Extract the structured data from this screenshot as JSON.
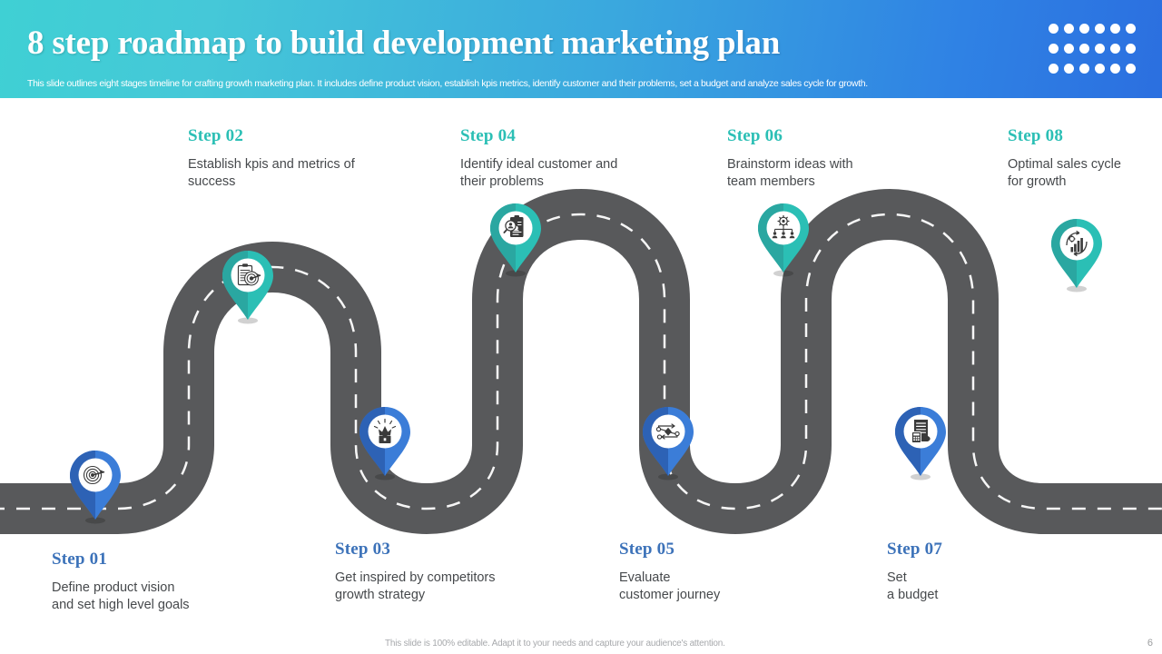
{
  "header": {
    "title": "8 step roadmap to build development marketing plan",
    "subtitle": "This slide outlines eight stages timeline for crafting growth marketing plan. It includes define product vision, establish kpis metrics, identify customer and their problems, set a budget and analyze sales cycle for growth.",
    "dot_count": 18,
    "gradient_from": "#3fd0d4",
    "gradient_to": "#2b6fe0"
  },
  "colors": {
    "teal": "#2bbfb5",
    "teal_dark": "#1fa6a0",
    "blue": "#3b7dd8",
    "blue_dark": "#2d62b5",
    "road": "#58595b",
    "step_title_teal": "#2bbfb5",
    "step_title_blue": "#3c72b9",
    "body_text": "#46494c"
  },
  "steps": [
    {
      "id": "step-01",
      "title": "Step 01",
      "desc": "Define product vision\nand set high level goals",
      "accent": "blue",
      "position": "bottom",
      "icon": "target-arrow-icon"
    },
    {
      "id": "step-02",
      "title": "Step 02",
      "desc": "Establish kpis and metrics of\nsuccess",
      "accent": "teal",
      "position": "top",
      "icon": "clipboard-target-icon"
    },
    {
      "id": "step-03",
      "title": "Step 03",
      "desc": "Get inspired by competitors\ngrowth strategy",
      "accent": "blue",
      "position": "bottom",
      "icon": "lightbulb-briefcase-icon"
    },
    {
      "id": "step-04",
      "title": "Step 04",
      "desc": "Identify  ideal customer and\ntheir problems",
      "accent": "teal",
      "position": "top",
      "icon": "clipboard-person-search-icon"
    },
    {
      "id": "step-05",
      "title": "Step 05",
      "desc": "Evaluate\ncustomer journey",
      "accent": "blue",
      "position": "bottom",
      "icon": "customer-journey-flow-icon"
    },
    {
      "id": "step-06",
      "title": "Step 06",
      "desc": "Brainstorm ideas with\nteam members",
      "accent": "teal",
      "position": "top",
      "icon": "team-org-gear-icon"
    },
    {
      "id": "step-07",
      "title": "Step 07",
      "desc": "Set\na budget",
      "accent": "blue",
      "position": "bottom",
      "icon": "invoice-calculator-icon"
    },
    {
      "id": "step-08",
      "title": "Step 08",
      "desc": "Optimal sales cycle\nfor growth",
      "accent": "teal",
      "position": "top",
      "icon": "bar-chart-cycle-icon"
    }
  ],
  "footer": {
    "note": "This slide is 100% editable. Adapt it to your needs and capture your audience's attention.",
    "page_number": "6"
  }
}
